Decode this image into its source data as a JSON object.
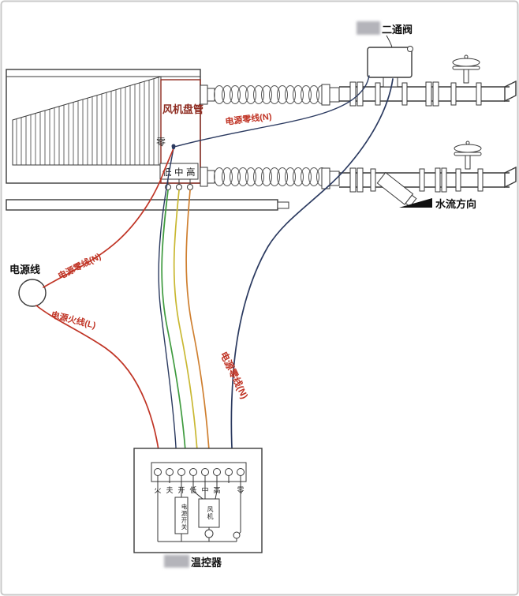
{
  "labels": {
    "fan_coil": "风机盘管",
    "two_way_valve": "二通阀",
    "power_line": "电源线",
    "neutral_n_top": "电源零线(N)",
    "neutral_n_left": "电源零线(N)",
    "neutral_n_mid": "电源零线(N)",
    "live_l": "电源火线(L)",
    "water_flow": "水流方向",
    "thermostat": "温控器",
    "zero": "零",
    "low": "低",
    "mid": "中",
    "high": "高",
    "terminals": [
      "火",
      "夫",
      "开",
      "低",
      "中",
      "高",
      "零"
    ],
    "power_switch": "电源开关",
    "fan": "风机"
  },
  "colors": {
    "line": "#3a3a3a",
    "maroon": "#8e2b20",
    "red": "#c03425",
    "navy": "#2b3a60",
    "green": "#3f9b3f",
    "yellow": "#c9b832",
    "orange": "#cf7f2f"
  }
}
